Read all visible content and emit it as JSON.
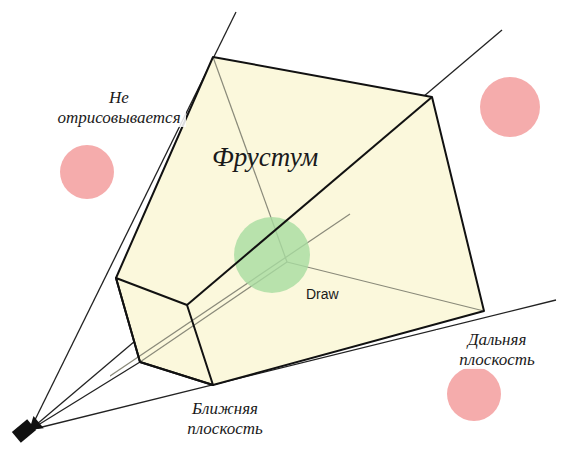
{
  "diagram": {
    "nodes": [
      {
        "text": [
          "Фрустум",
          "Draw"
        ]
      }
    ],
    "labels": [
      "Не отрисовывается",
      "Дальняя плоскость",
      "Ближняя плоскость"
    ]
  }
}
